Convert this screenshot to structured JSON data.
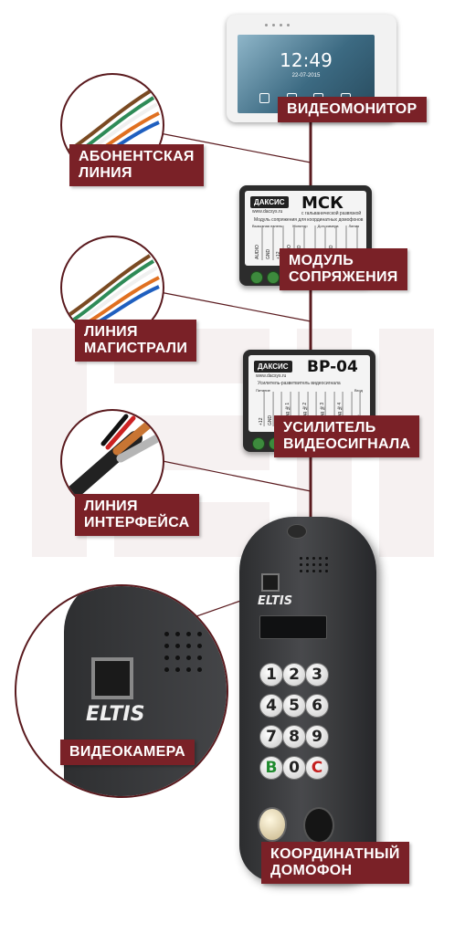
{
  "monitor": {
    "time": "12:49",
    "date": "22-07-2015",
    "label": "ВИДЕОМОНИТОР"
  },
  "subscriber_line": {
    "label_line1": "АБОНЕНТСКАЯ",
    "label_line2": "ЛИНИЯ"
  },
  "msk_module": {
    "brand": "ДАКСИС",
    "model": "МСК",
    "site": "www.dacsys.ru",
    "subtitle": "с гальванической развязкой",
    "description": "Модуль сопряжения для координатных домофонов",
    "group_labels": [
      "Вызывная панель",
      "Монитор",
      "Доп. камера",
      "Линия"
    ],
    "pins": [
      "AUDIO",
      "GND",
      "+12",
      "AUDIO",
      "VIDEO",
      "GND",
      "+12",
      "VIDEO",
      "GND",
      "LINE"
    ],
    "label_line1": "МОДУЛЬ",
    "label_line2": "СОПРЯЖЕНИЯ"
  },
  "trunk_line": {
    "label_line1": "ЛИНИЯ",
    "label_line2": "МАГИСТРАЛИ"
  },
  "bp04_module": {
    "brand": "ДАКСИС",
    "model": "BP-04",
    "site": "www.dacsys.ru",
    "description": "Усилитель-разветвитель видеосигнала",
    "group_labels": [
      "Питание",
      "Вход"
    ],
    "pins": [
      "+12",
      "GND",
      "GND",
      "Выход №1",
      "GND",
      "Выход №2",
      "GND",
      "Выход №3",
      "GND",
      "Выход №4",
      "GND",
      "Вход"
    ],
    "label_line1": "УСИЛИТЕЛЬ",
    "label_line2": "ВИДЕОСИГНАЛА"
  },
  "interface_line": {
    "label_line1": "ЛИНИЯ",
    "label_line2": "ИНТЕРФЕЙСА"
  },
  "intercom": {
    "brand": "ELTIS",
    "keys": [
      "1",
      "2",
      "3",
      "4",
      "5",
      "6",
      "7",
      "8",
      "9",
      "B",
      "0",
      "C"
    ],
    "label_line1": "КООРДИНАТНЫЙ",
    "label_line2": "ДОМОФОН"
  },
  "camera": {
    "brand": "ELTIS",
    "label": "ВИДЕОКАМЕРА"
  },
  "colors": {
    "accent": "#7a2127",
    "line": "#5a1a1e",
    "panel": "#3a3b3d"
  }
}
